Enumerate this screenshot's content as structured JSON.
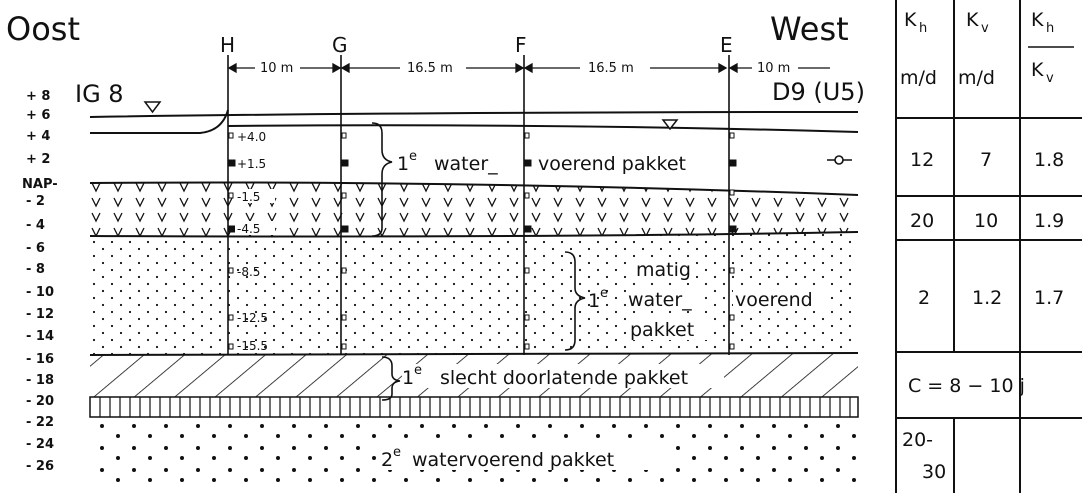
{
  "orientation": {
    "left": "Oost",
    "right": "West"
  },
  "wells": [
    {
      "id": "H",
      "label": "H"
    },
    {
      "id": "G",
      "label": "G"
    },
    {
      "id": "F",
      "label": "F"
    },
    {
      "id": "E",
      "label": "E"
    }
  ],
  "distances": [
    "10 m",
    "16.5 m",
    "16.5 m",
    "10 m"
  ],
  "sites": {
    "left": "IG 8",
    "right": "D9 (U5)"
  },
  "depth_axis": [
    "+ 8",
    "+ 6",
    "+ 4",
    "+ 2",
    "NAP-",
    "- 2",
    "- 4",
    "- 6",
    "- 8",
    "- 10",
    "- 12",
    "- 14",
    "- 16",
    "- 18",
    "- 20",
    "- 22",
    "- 24",
    "- 26"
  ],
  "screens": [
    "+4.0",
    "+1.5",
    "-1.5",
    "-4.5",
    "-8.5",
    "-12.5",
    "-15.5"
  ],
  "layers": {
    "aquifer1": {
      "sup": "e",
      "prefix": "1",
      "part1": "water_",
      "part2": "voerend pakket"
    },
    "aquifer1_moderate": {
      "sup": "e",
      "prefix": "1",
      "line1": "matig",
      "line2": "water_",
      "line3": "pakket",
      "side": "voerend"
    },
    "aquitard1": {
      "sup": "e",
      "prefix": "1",
      "text": "slecht doorlatende pakket"
    },
    "aquifer2": {
      "sup": "e",
      "prefix": "2",
      "text": "watervoerend pakket"
    }
  },
  "table": {
    "headers": {
      "kh": "K",
      "kh_sub": "h",
      "kv": "K",
      "kv_sub": "v",
      "unit": "m/d",
      "ratio_top": "K",
      "ratio_top_sub": "h",
      "ratio_bot": "K",
      "ratio_bot_sub": "v"
    },
    "rows": [
      {
        "kh": "12",
        "kv": "7",
        "ratio": "1.8"
      },
      {
        "kh": "20",
        "kv": "10",
        "ratio": "1.9"
      },
      {
        "kh": "2",
        "kv": "1.2",
        "ratio": "1.7"
      }
    ],
    "c_value": "C = 8 − 10 j",
    "last_row": {
      "line1": "20-",
      "line2": "30"
    }
  }
}
